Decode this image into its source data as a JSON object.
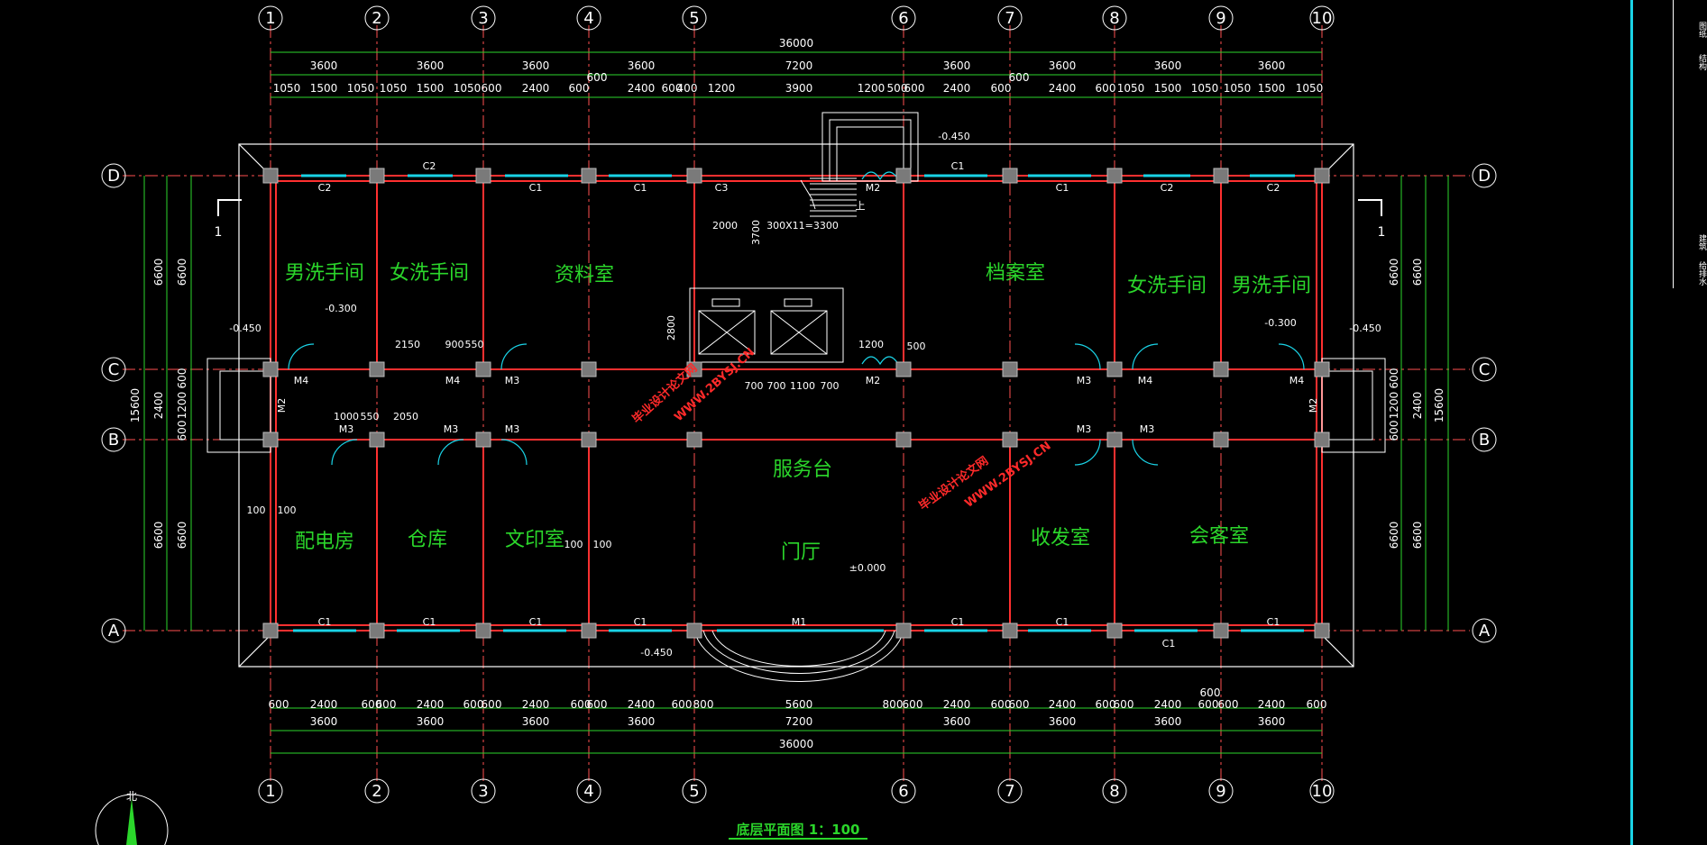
{
  "grid_cols": [
    "1",
    "2",
    "3",
    "4",
    "5",
    "6",
    "7",
    "8",
    "9",
    "10"
  ],
  "grid_rows": [
    "D",
    "C",
    "B",
    "A"
  ],
  "dims_top": {
    "overall": "36000",
    "bays": [
      "3600",
      "3600",
      "3600",
      "3600",
      "7200",
      "3600",
      "3600",
      "3600",
      "3600"
    ],
    "detail": [
      "1050",
      "1500",
      "1050",
      "1050",
      "1500",
      "1050",
      "600",
      "2400",
      "600",
      "2400",
      "600",
      "400",
      "1200",
      "3900",
      "1200",
      "500",
      "600",
      "2400",
      "600",
      "2400",
      "600",
      "1050",
      "1500",
      "1050",
      "1050",
      "1500",
      "1050"
    ],
    "extra_600_a": "600",
    "extra_600_b": "600"
  },
  "dims_bottom": {
    "overall": "36000",
    "bays": [
      "3600",
      "3600",
      "3600",
      "3600",
      "7200",
      "3600",
      "3600",
      "3600",
      "3600"
    ],
    "detail": [
      "600",
      "2400",
      "600",
      "600",
      "2400",
      "600",
      "600",
      "2400",
      "600",
      "600",
      "2400",
      "600",
      "800",
      "5600",
      "800",
      "600",
      "2400",
      "600",
      "600",
      "2400",
      "600",
      "600",
      "2400",
      "600",
      "600",
      "2400",
      "600"
    ],
    "extra_600": "600"
  },
  "dims_left": {
    "overall": "15600",
    "a": "6600",
    "b": "6600",
    "c": "2400",
    "d": "6600",
    "e": "6600",
    "f": "600",
    "g": "1200",
    "h": "600"
  },
  "dims_right": {
    "overall": "15600",
    "a": "6600",
    "b": "6600",
    "c": "2400",
    "d": "6600",
    "e": "6600",
    "f": "600",
    "g": "1200",
    "h": "600"
  },
  "rooms": {
    "mens_wc_left": "男洗手间",
    "womens_wc_left": "女洗手间",
    "data_room": "资料室",
    "archive_room": "档案室",
    "womens_wc_right": "女洗手间",
    "mens_wc_right": "男洗手间",
    "power_room": "配电房",
    "storage": "仓库",
    "print_room": "文印室",
    "service_desk": "服务台",
    "lobby": "门厅",
    "mail_room": "收发室",
    "reception_room": "会客室"
  },
  "tags": {
    "c1": "C1",
    "c2": "C2",
    "c3": "C3",
    "m1": "M1",
    "m2": "M2",
    "m3": "M3",
    "m4": "M4",
    "elev_neg450": "-0.450",
    "elev_neg300": "-0.300",
    "elev_zero": "±0.000",
    "stair_run": "300X11=3300",
    "stair_w": "2000",
    "stair_h": "3700",
    "elev_h": "2800",
    "d2150": "2150",
    "d900": "900",
    "d550": "550",
    "d1000": "1000",
    "d2050": "2050",
    "d1200": "1200",
    "d500": "500",
    "d100": "100",
    "d700": "700",
    "d1100": "1100",
    "section": "1",
    "up": "上"
  },
  "title": "底层平面图 1：100",
  "north": "北",
  "watermark": "毕业设计论文网",
  "watermark_url": "WWW.2BYSJ.CN",
  "side_panel": [
    "图纸",
    "结构",
    "建筑",
    "给排水"
  ],
  "colors": {
    "wall": "#ff3030",
    "grid": "#ffffff",
    "room_text": "#2bd62b",
    "window": "#1ad3e6",
    "dim": "#2bd62b"
  }
}
